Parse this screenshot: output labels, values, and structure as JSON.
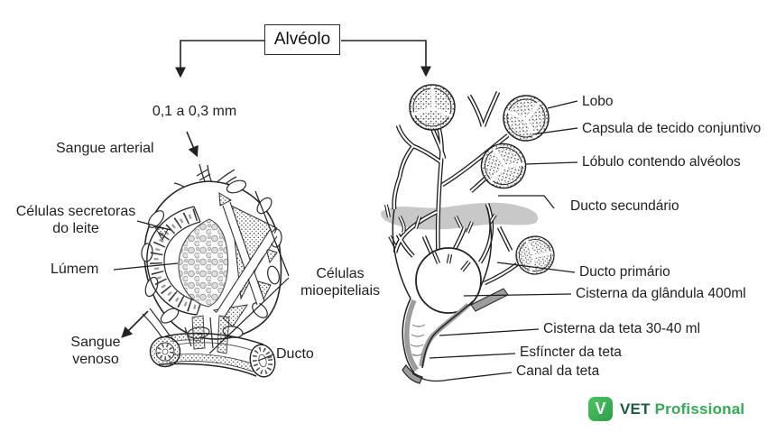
{
  "flowchart": {
    "title": "Alvéolo"
  },
  "left_panel": {
    "size_label": "0,1 a 0,3 mm",
    "sangue_arterial": "Sangue arterial",
    "celulas_secretoras": "Células secretoras do leite",
    "lumem": "Lúmem",
    "celulas_mioepiteliais": "Células mioepiteliais",
    "sangue_venoso": "Sangue venoso",
    "ducto": "Ducto"
  },
  "right_panel": {
    "labels": [
      "Lobo",
      "Capsula de tecido conjuntivo",
      "Lóbulo contendo alvéolos",
      "Ducto secundário",
      "Ducto primário",
      "Cisterna da glândula 400ml",
      "Cisterna da teta 30-40 ml",
      "Esfíncter da teta",
      "Canal da teta"
    ]
  },
  "branding": {
    "logo_letter": "V",
    "name_primary": "VET",
    "name_secondary": "Profissional",
    "logo_color": "#3db457",
    "primary_text_color": "#1c5b3c",
    "secondary_text_color": "#33ac52"
  }
}
